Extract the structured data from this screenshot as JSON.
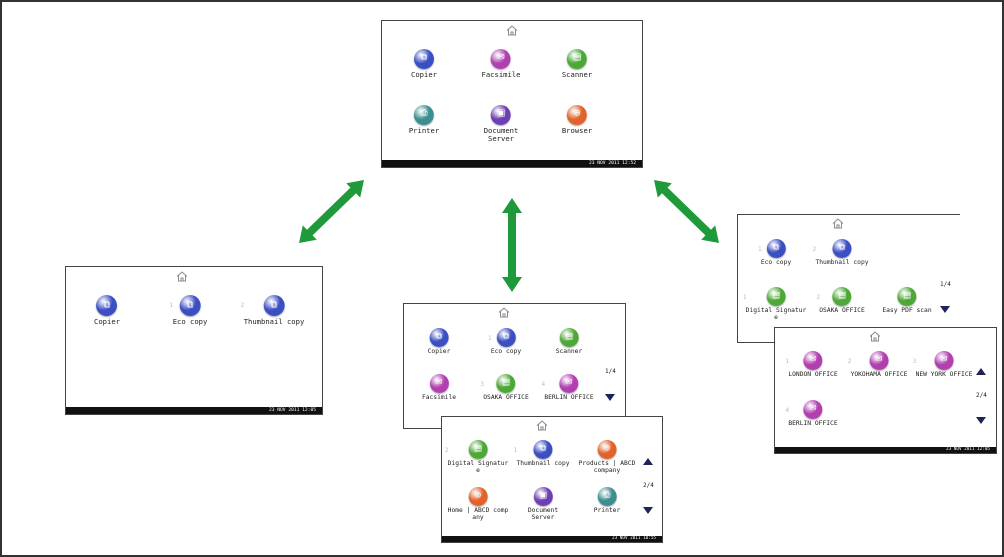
{
  "colors": {
    "blue": "#3b4fc3",
    "purple_pink": "#b13fb0",
    "green": "#4da836",
    "teal": "#3d8d91",
    "violet": "#6d3fb3",
    "orange": "#e2622b",
    "arrow_green": "#1f9a3a",
    "nav_arrow": "#1e2458"
  },
  "icons": {
    "home": "home-icon",
    "scroll_up": "triangle-up-icon",
    "scroll_down": "triangle-down-icon",
    "double_arrow": "double-arrow-icon"
  },
  "top_screen": {
    "apps": [
      {
        "label": "Copier",
        "color": "blue"
      },
      {
        "label": "Facsimile",
        "color": "purple_pink"
      },
      {
        "label": "Scanner",
        "color": "green"
      },
      {
        "label": "Printer",
        "color": "teal"
      },
      {
        "label": "Document\nServer",
        "color": "violet"
      },
      {
        "label": "Browser",
        "color": "orange"
      }
    ],
    "status": "23 NOV  2011 12:52"
  },
  "left_screen": {
    "apps": [
      {
        "label": "Copier",
        "color": "blue",
        "num": ""
      },
      {
        "label": "Eco copy",
        "color": "blue",
        "num": "1"
      },
      {
        "label": "Thumbnail copy",
        "color": "blue",
        "num": "2"
      }
    ],
    "status": "23 NOV  2011 12:05"
  },
  "mid_back": {
    "apps": [
      {
        "label": "Copier",
        "color": "blue",
        "num": ""
      },
      {
        "label": "Eco copy",
        "color": "blue",
        "num": "1"
      },
      {
        "label": "Scanner",
        "color": "green",
        "num": ""
      },
      {
        "label": "Facsimile",
        "color": "purple_pink",
        "num": ""
      },
      {
        "label": "OSAKA OFFICE",
        "color": "green",
        "num": "3"
      },
      {
        "label": "BERLIN OFFICE",
        "color": "purple_pink",
        "num": "4"
      }
    ],
    "page": "1/4"
  },
  "mid_front": {
    "apps": [
      {
        "label": "Digital Signatur\ne",
        "color": "green",
        "num": "2"
      },
      {
        "label": "Thumbnail copy",
        "color": "blue",
        "num": "1"
      },
      {
        "label": "Products | ABCD\ncompany",
        "color": "orange",
        "num": ""
      },
      {
        "label": "Home | ABCD comp\nany",
        "color": "orange",
        "num": ""
      },
      {
        "label": "Document\nServer",
        "color": "violet",
        "num": ""
      },
      {
        "label": "Printer",
        "color": "teal",
        "num": ""
      }
    ],
    "page": "2/4",
    "status": "23 NOV  2011 10:55"
  },
  "right_back": {
    "apps": [
      {
        "label": "Eco copy",
        "color": "blue",
        "num": "1"
      },
      {
        "label": "Thumbnail copy",
        "color": "blue",
        "num": "2"
      },
      {
        "label": "Digital Signatur\ne",
        "color": "green",
        "num": "1"
      },
      {
        "label": "OSAKA OFFICE",
        "color": "green",
        "num": "2"
      },
      {
        "label": "Easy PDF scan",
        "color": "green",
        "num": ""
      }
    ],
    "page": "1/4"
  },
  "right_front": {
    "apps": [
      {
        "label": "LONDON OFFICE",
        "color": "purple_pink",
        "num": "1"
      },
      {
        "label": "YOKOHAMA OFFICE",
        "color": "purple_pink",
        "num": "2"
      },
      {
        "label": "NEW YORK OFFICE",
        "color": "purple_pink",
        "num": "3"
      },
      {
        "label": "BERLIN OFFICE",
        "color": "purple_pink",
        "num": "4"
      }
    ],
    "page": "2/4",
    "status": "23 NOV  2011 12:05"
  }
}
